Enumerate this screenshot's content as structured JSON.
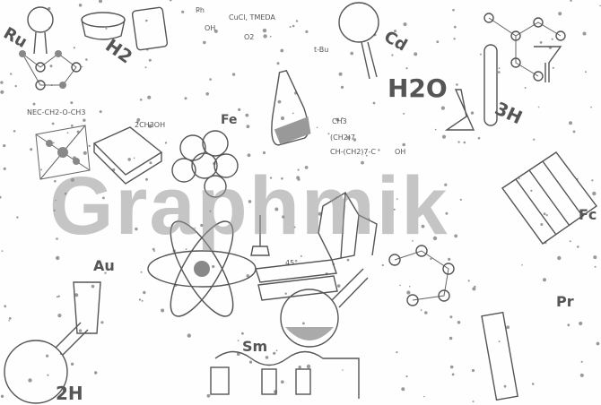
{
  "illustration": {
    "element_labels": {
      "ru": "Ru",
      "h2": "H2",
      "fe": "Fe",
      "h2o": "H2O",
      "cd": "Cd",
      "three_h": "3H",
      "au": "Au",
      "sm": "Sm",
      "pr": "Pr",
      "two_h": "2H",
      "fc": "Fc"
    },
    "formulas": {
      "reagent": "CuCl, TMEDA",
      "o2": "O2",
      "ph": "Ph",
      "oh": "OH",
      "tbu": "t-Bu",
      "ch3": "CH3",
      "ch2_7": "(CH2)7",
      "acid": "CH-(CH2)7-C",
      "acid_oh": "OH",
      "angle": "45°",
      "ester": "NEC-CH2-O-CH3",
      "ch3oh": "2CH3OH"
    },
    "watermark": "Graphmik"
  }
}
